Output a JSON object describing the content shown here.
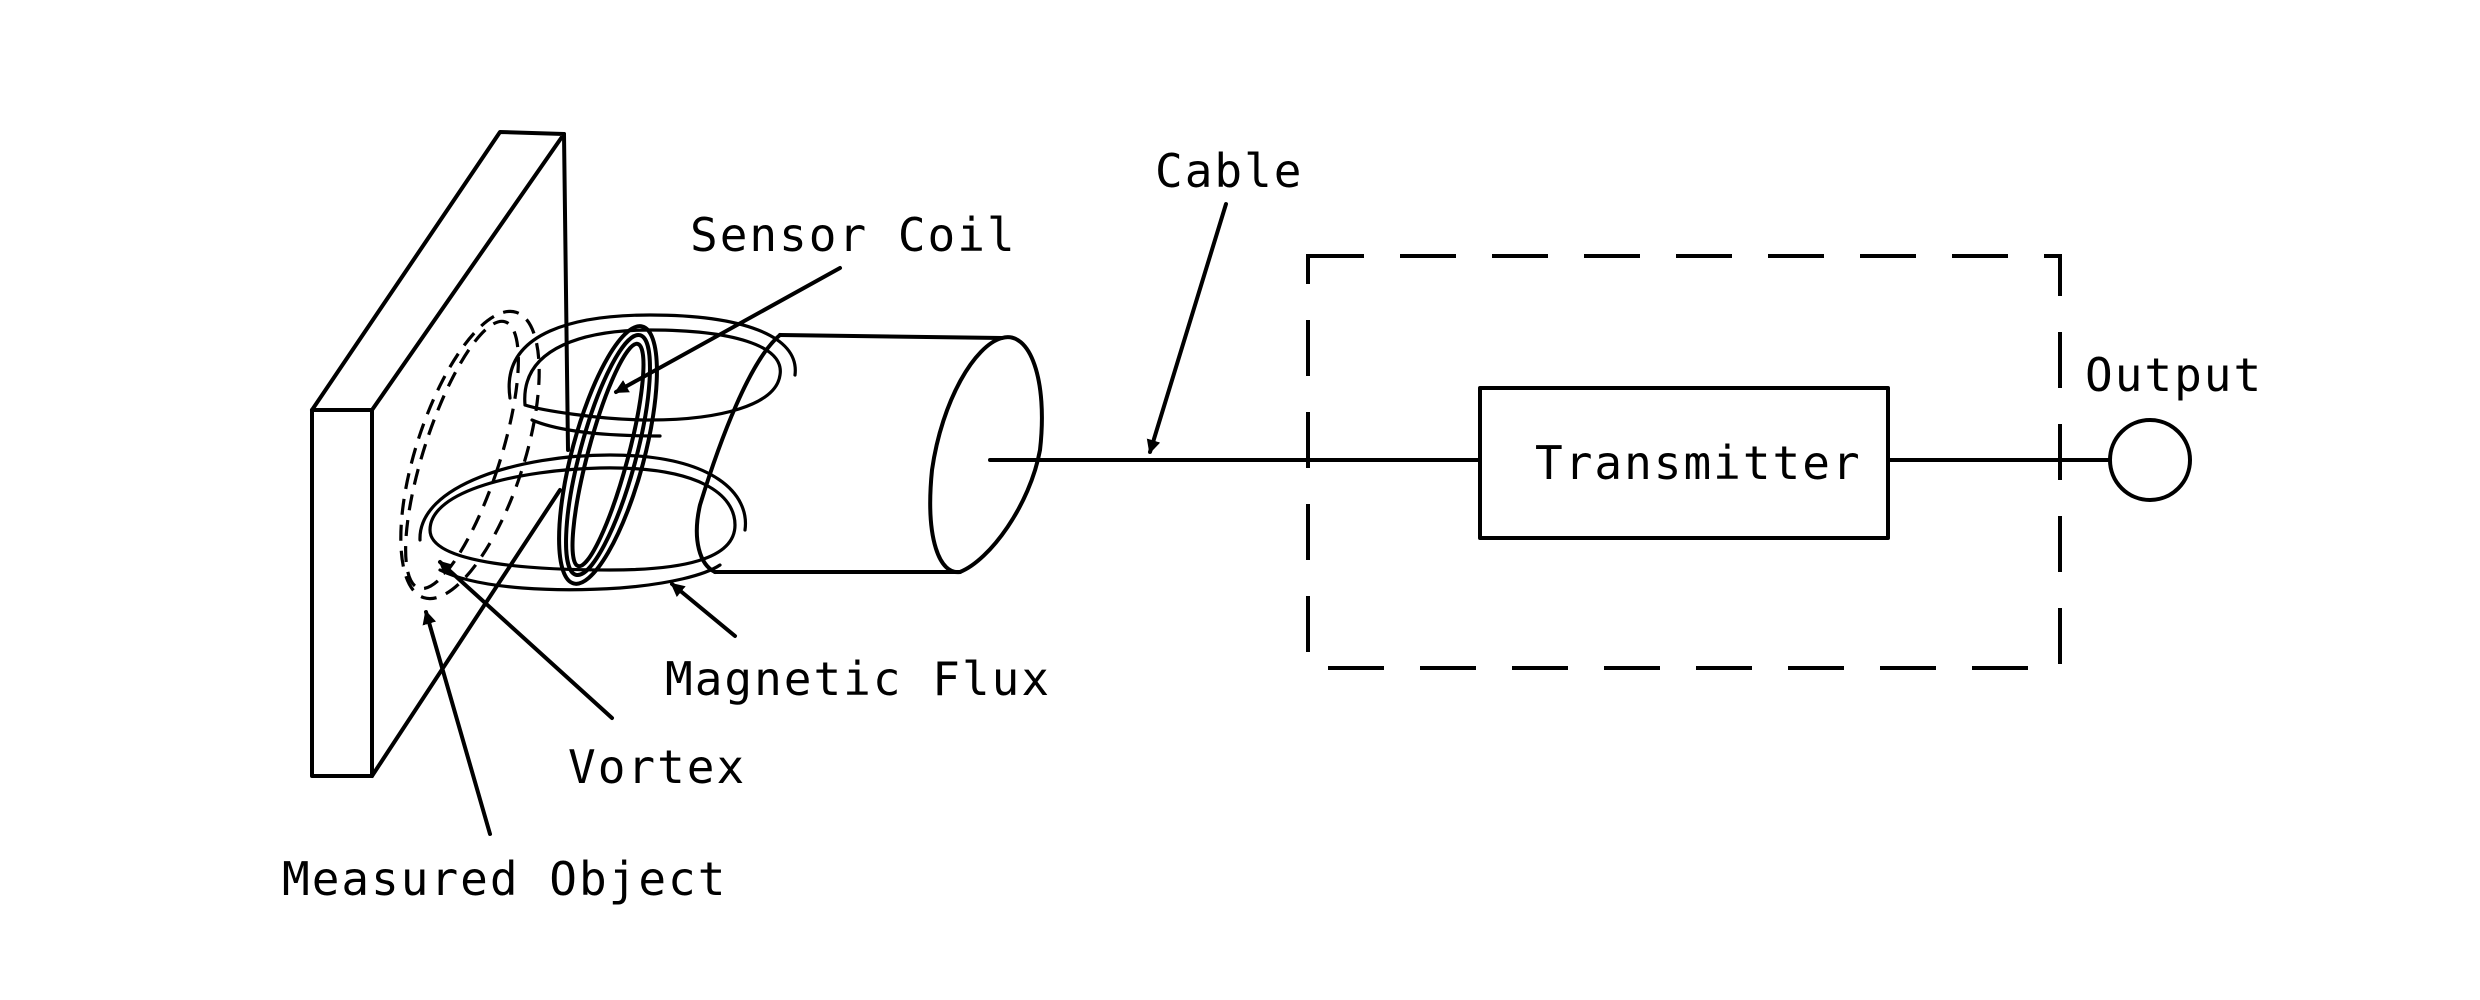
{
  "labels": {
    "sensor_coil": "Sensor Coil",
    "cable": "Cable",
    "output": "Output",
    "transmitter": "Transmitter",
    "magnetic_flux": "Magnetic Flux",
    "vortex": "Vortex",
    "measured_object": "Measured Object"
  }
}
